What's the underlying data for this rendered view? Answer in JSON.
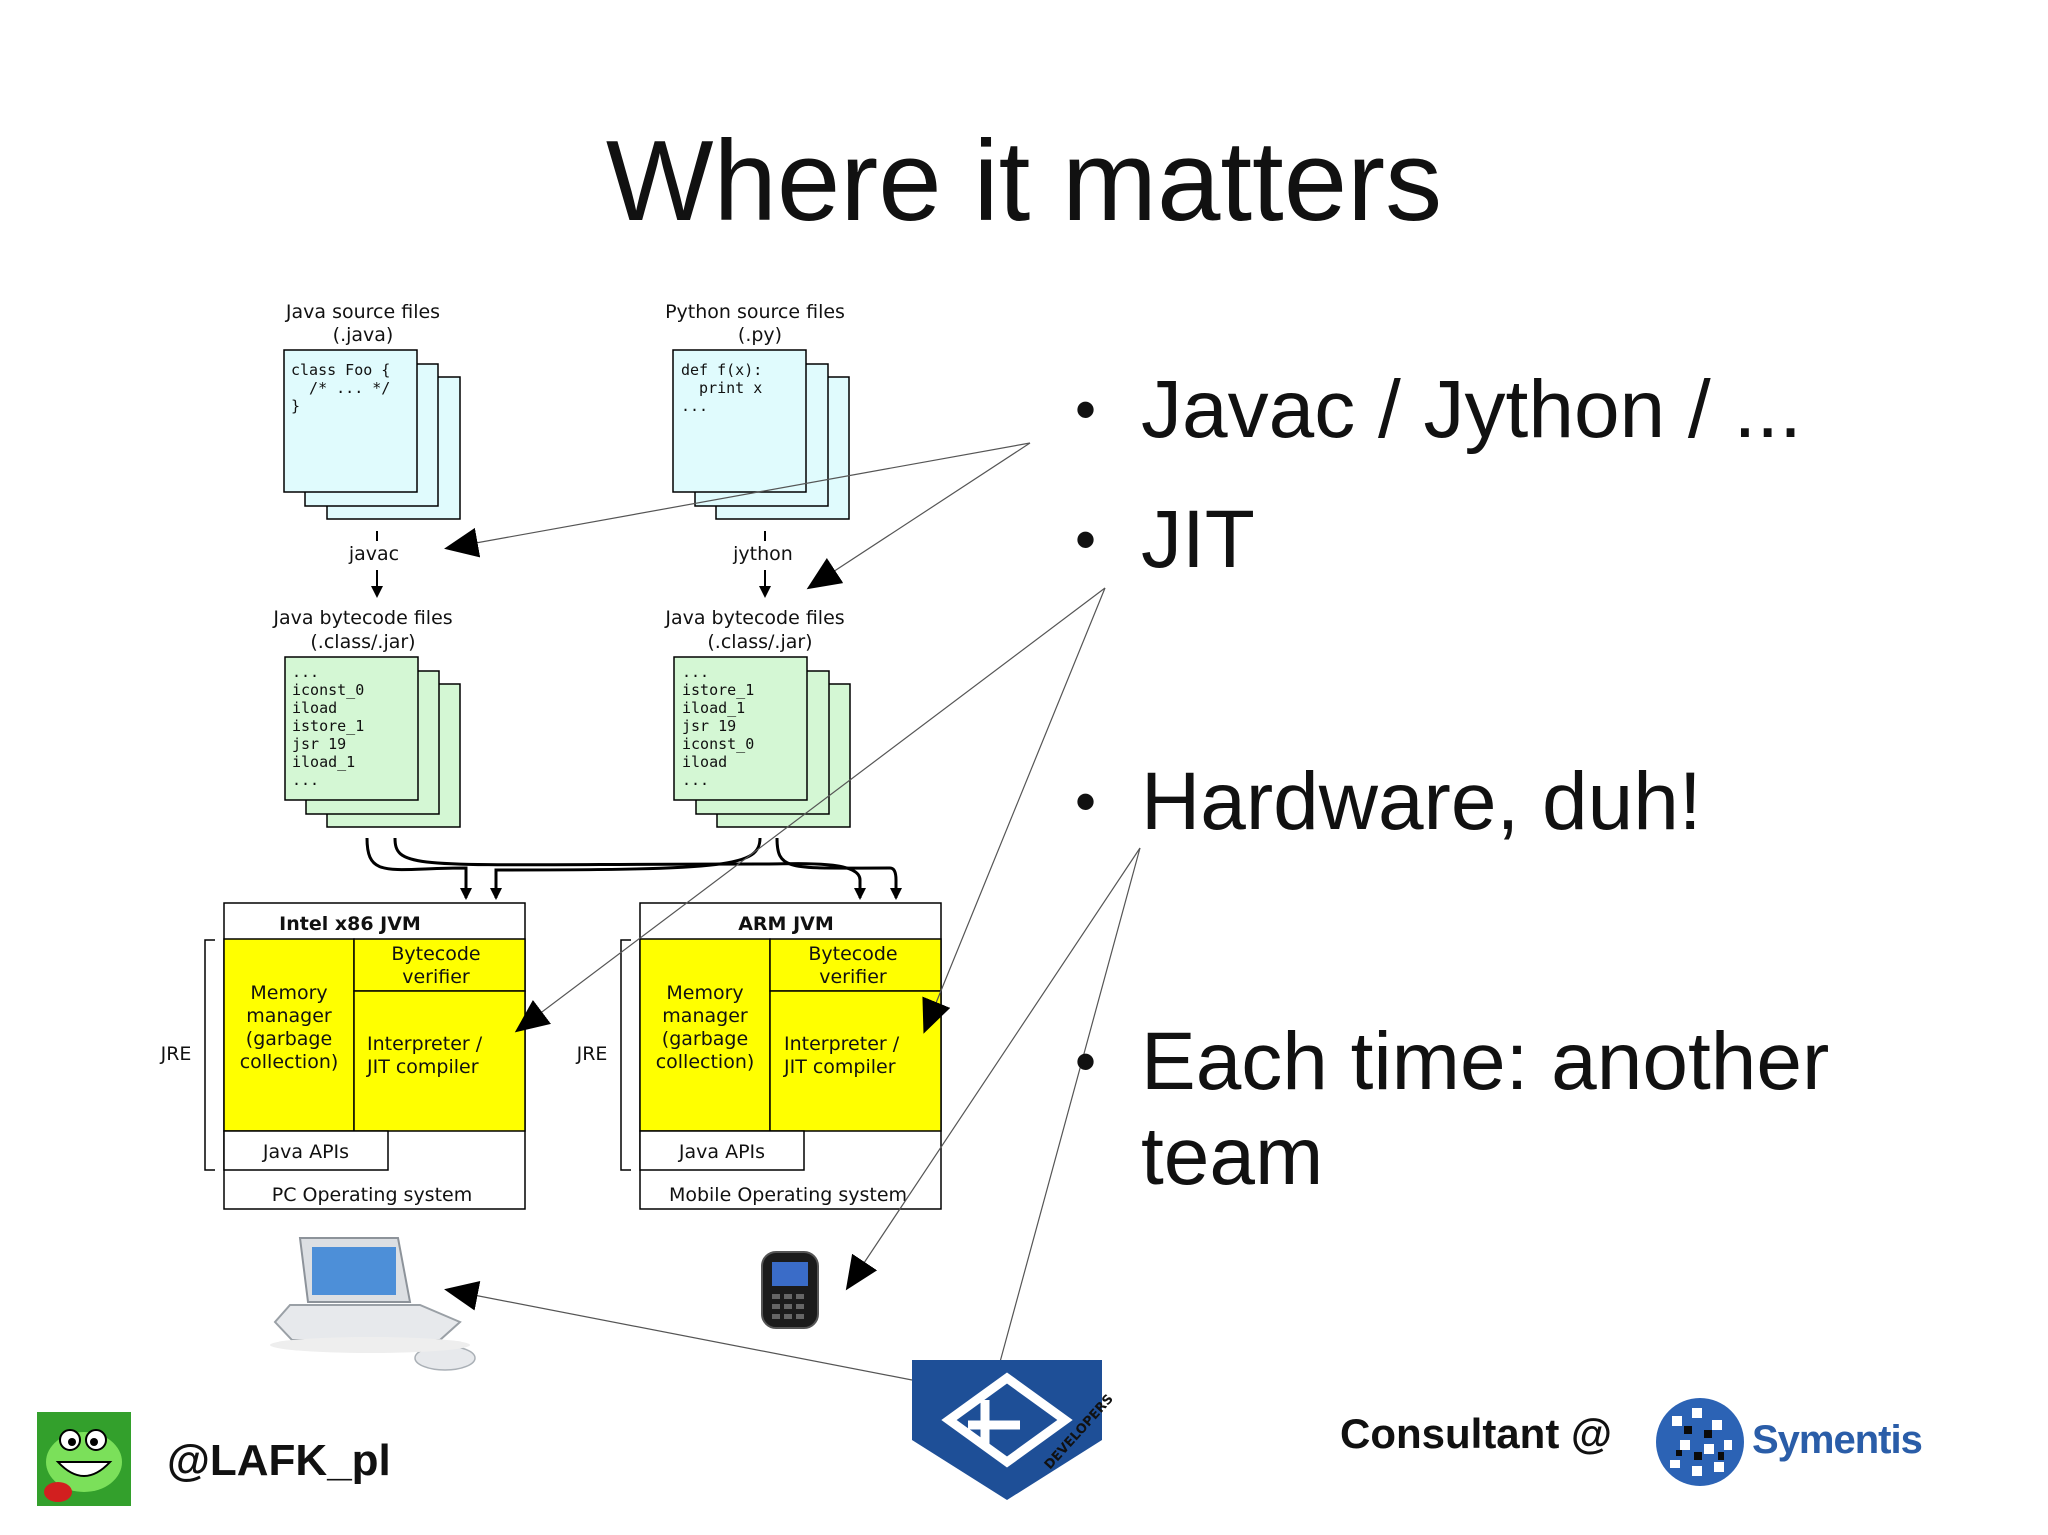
{
  "slide": {
    "title": "Where it matters"
  },
  "bullets": [
    {
      "text": "Javac / Jython / ..."
    },
    {
      "text": "JIT"
    },
    {
      "text": "Hardware, duh!"
    },
    {
      "text": "Each time: another team"
    }
  ],
  "diagram": {
    "java_source": {
      "label1": "Java source files",
      "label2": "(.java)",
      "code": [
        "class Foo {",
        "  /* ... */",
        "}"
      ]
    },
    "python_source": {
      "label1": "Python source files",
      "label2": "(.py)",
      "code": [
        "def f(x):",
        "  print x",
        "..."
      ]
    },
    "compilers": {
      "left": "javac",
      "right": "jython"
    },
    "java_bytecode_left": {
      "label1": "Java bytecode files",
      "label2": "(.class/.jar)",
      "code": [
        "...",
        "iconst_0",
        "iload",
        "istore_1",
        "jsr 19",
        "iload_1",
        "..."
      ]
    },
    "java_bytecode_right": {
      "label1": "Java bytecode files",
      "label2": "(.class/.jar)",
      "code": [
        "...",
        "istore_1",
        "iload_1",
        "jsr 19",
        "iconst_0",
        "iload",
        "..."
      ]
    },
    "jvm_left": {
      "title": "Intel x86 JVM",
      "verifier1": "Bytecode",
      "verifier2": "verifier",
      "memory1": "Memory",
      "memory2": "manager",
      "memory3": "(garbage",
      "memory4": "collection)",
      "interp1": "Interpreter /",
      "interp2": "JIT compiler",
      "apis": "Java APIs",
      "os": "PC Operating system",
      "jre": "JRE"
    },
    "jvm_right": {
      "title": "ARM JVM",
      "verifier1": "Bytecode",
      "verifier2": "verifier",
      "memory1": "Memory",
      "memory2": "manager",
      "memory3": "(garbage",
      "memory4": "collection)",
      "interp1": "Interpreter /",
      "interp2": "JIT compiler",
      "apis": "Java APIs",
      "os": "Mobile Operating system",
      "jre": "JRE"
    }
  },
  "footer": {
    "handle": "@LAFK_pl",
    "consultant": "Consultant @",
    "company": "Symentis",
    "logo_text": "DEVELOPERS"
  },
  "colors": {
    "source_file": "#e0fbfd",
    "bytecode_file": "#d4f7d4",
    "jvm_fill": "#ffff00",
    "logo_blue": "#1e4f97"
  },
  "icons": [
    "laptop-icon",
    "phone-icon",
    "mascot-icon",
    "4developers-logo-icon",
    "symentis-globe-icon"
  ]
}
